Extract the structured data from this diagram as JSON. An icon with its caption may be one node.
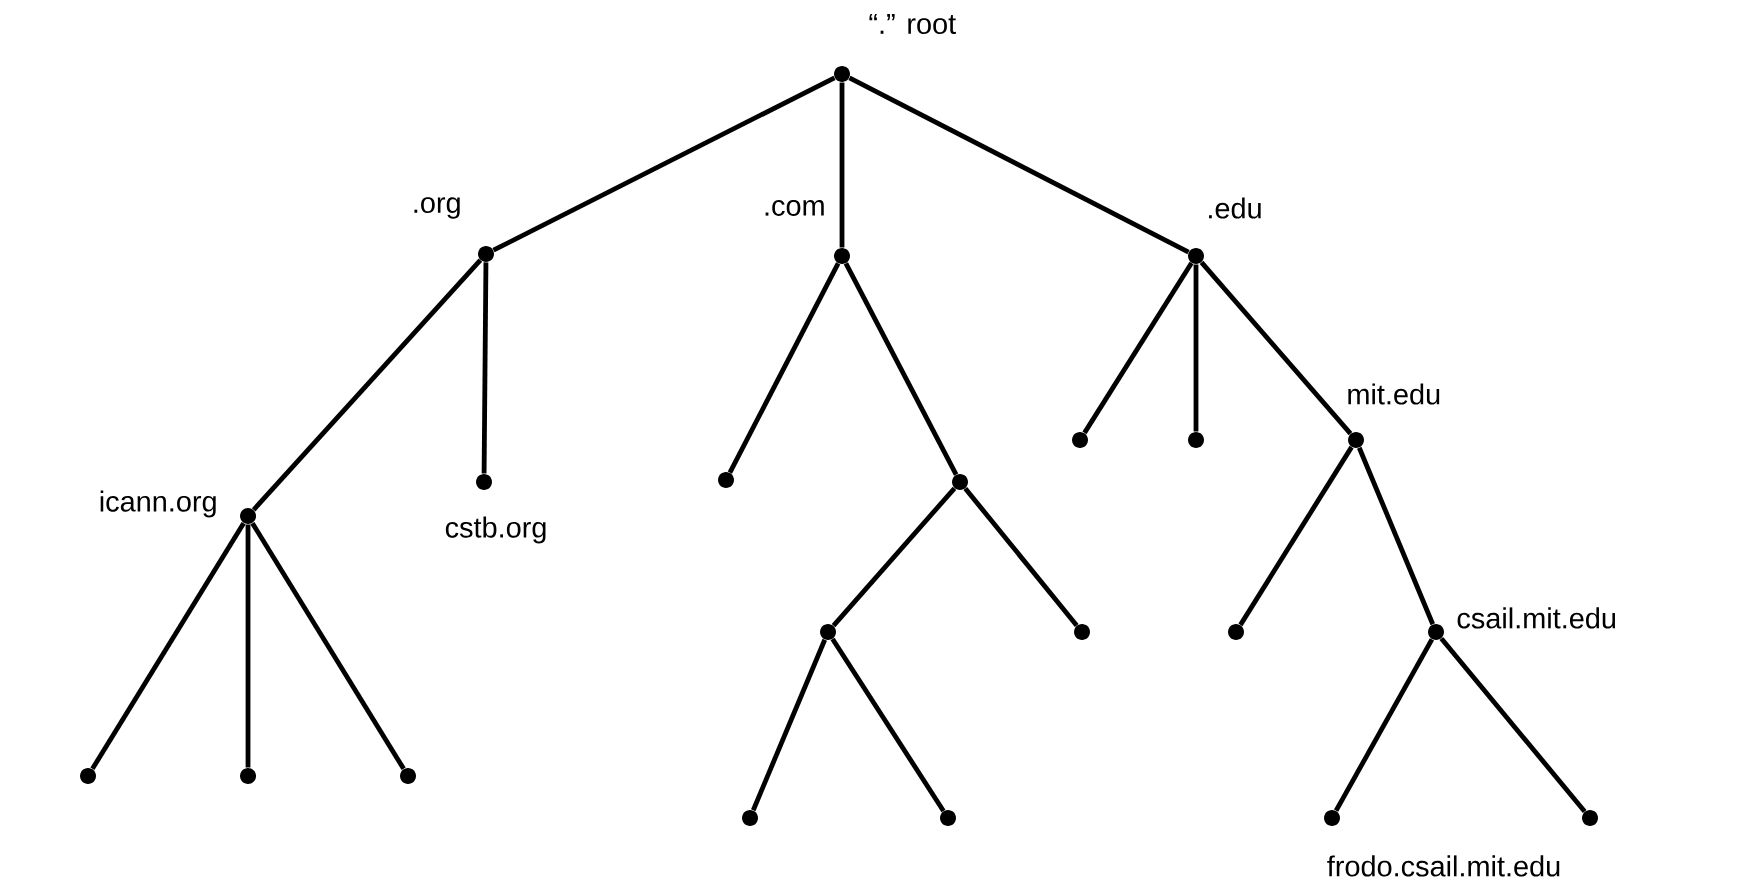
{
  "diagram": {
    "nodes": [
      {
        "text": [
          "“.” root"
        ]
      },
      {
        "text": [
          ".org"
        ]
      },
      {
        "text": [
          ".com"
        ]
      },
      {
        "text": [
          ".edu"
        ]
      },
      {
        "text": [
          "icann.org"
        ]
      },
      {
        "text": [
          "cstb.org"
        ]
      },
      {
        "text": [],
        "shape": "circle"
      },
      {
        "text": [],
        "shape": "circle"
      },
      {
        "text": [],
        "shape": "circle"
      },
      {
        "text": [],
        "shape": "circle"
      },
      {
        "text": [
          "mit.edu"
        ]
      },
      {
        "text": [],
        "shape": "circle"
      },
      {
        "text": [],
        "shape": "circle"
      },
      {
        "text": [],
        "shape": "circle"
      },
      {
        "text": [],
        "shape": "circle"
      },
      {
        "text": [],
        "shape": "circle"
      },
      {
        "text": [],
        "shape": "circle"
      },
      {
        "text": [],
        "shape": "circle"
      },
      {
        "text": [],
        "shape": "circle"
      },
      {
        "text": [
          "csail.mit.edu"
        ]
      },
      {
        "text": [
          "frodo.csail.mit.edu"
        ]
      },
      {
        "text": [],
        "shape": "circle"
      }
    ],
    "edges": [
      {
        "from": 0,
        "to": 1,
        "arrow": "none"
      },
      {
        "from": 0,
        "to": 2,
        "arrow": "none"
      },
      {
        "from": 0,
        "to": 3,
        "arrow": "none"
      },
      {
        "from": 1,
        "to": 4,
        "arrow": "none"
      },
      {
        "from": 1,
        "to": 5,
        "arrow": "none"
      },
      {
        "from": 2,
        "to": 6,
        "arrow": "none"
      },
      {
        "from": 2,
        "to": 7,
        "arrow": "none"
      },
      {
        "from": 3,
        "to": 8,
        "arrow": "none"
      },
      {
        "from": 3,
        "to": 9,
        "arrow": "none"
      },
      {
        "from": 3,
        "to": 10,
        "arrow": "none"
      },
      {
        "from": 4,
        "to": 11,
        "arrow": "none"
      },
      {
        "from": 4,
        "to": 12,
        "arrow": "none"
      },
      {
        "from": 4,
        "to": 13,
        "arrow": "none"
      },
      {
        "from": 7,
        "to": 14,
        "arrow": "none"
      },
      {
        "from": 7,
        "to": 15,
        "arrow": "none"
      },
      {
        "from": 14,
        "to": 16,
        "arrow": "none"
      },
      {
        "from": 14,
        "to": 17,
        "arrow": "none"
      },
      {
        "from": 10,
        "to": 18,
        "arrow": "none"
      },
      {
        "from": 10,
        "to": 19,
        "arrow": "none"
      },
      {
        "from": 19,
        "to": 20,
        "arrow": "none"
      },
      {
        "from": 19,
        "to": 21,
        "arrow": "none"
      }
    ]
  }
}
